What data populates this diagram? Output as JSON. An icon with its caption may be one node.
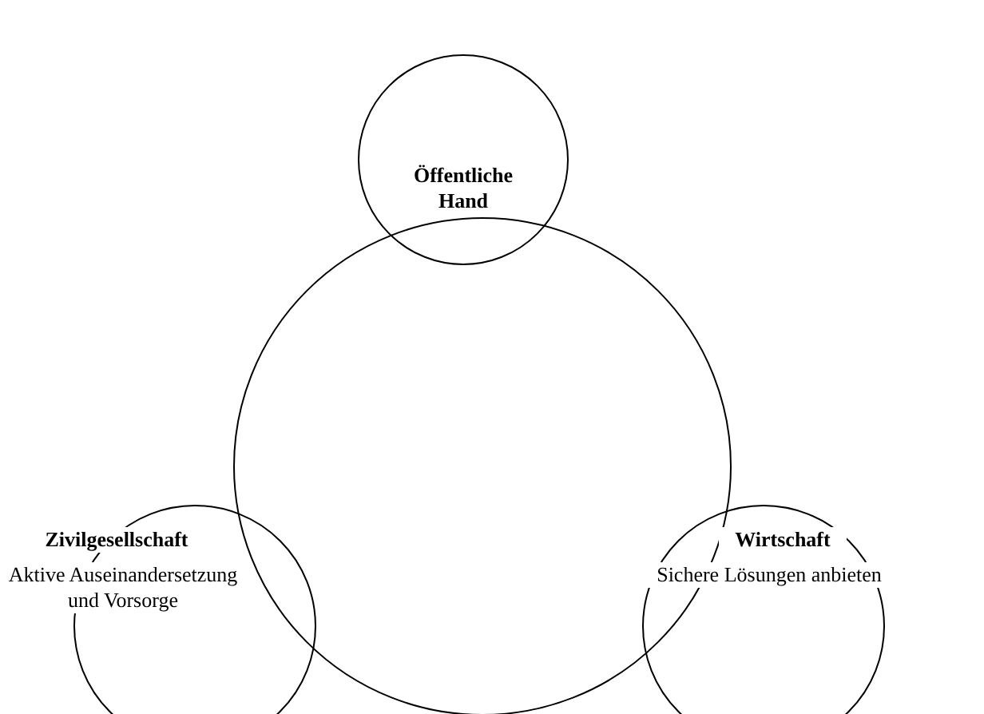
{
  "diagram": {
    "nodes": [
      {
        "text": [],
        "shape": "circle"
      },
      {
        "text": [
          "Öffentliche Hand"
        ]
      },
      {
        "text": [
          "Zivilgesellschaft",
          "Aktive Auseinandersetzung und Vorsorge"
        ]
      },
      {
        "text": [
          "Wirtschaft",
          "Sichere Lösungen anbieten"
        ]
      }
    ],
    "edges": []
  }
}
